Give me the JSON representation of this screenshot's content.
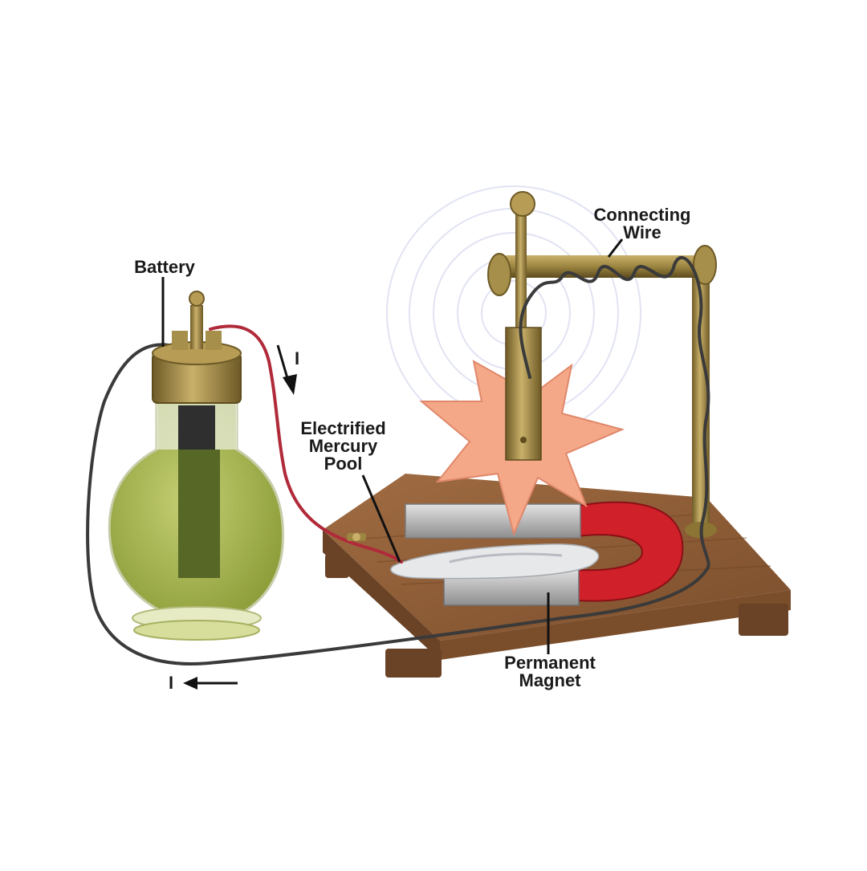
{
  "labels": {
    "battery": "Battery",
    "connecting_wire": [
      "Connecting",
      "Wire"
    ],
    "mercury_pool": [
      "Electrified",
      "Mercury",
      "Pool"
    ],
    "permanent_magnet": [
      "Permanent",
      "Magnet"
    ],
    "current_top": "I",
    "current_bottom": "I"
  },
  "colors": {
    "brass": "#9c8540",
    "wood": "#8a5a36",
    "magnet_red": "#d0202a",
    "magnet_steel": "#b8b8b8",
    "electrolyte": "#a7b84a",
    "spark": "#f4a888",
    "wire_red": "#b02a3a",
    "wire_black": "#333333"
  }
}
